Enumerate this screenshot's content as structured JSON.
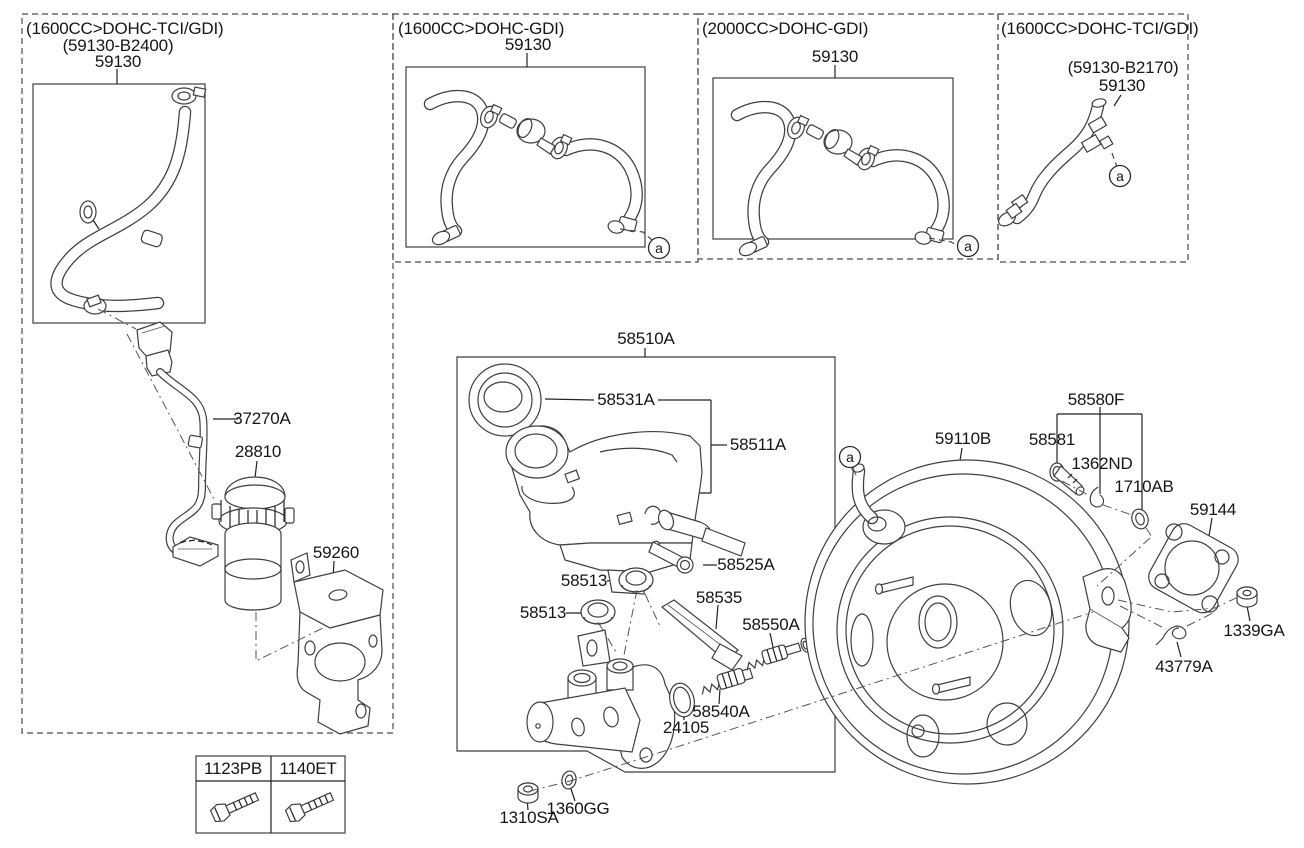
{
  "page": {
    "background": "#ffffff",
    "line_color": "#3f3f3f",
    "text_color": "#161616"
  },
  "variant_boxes": [
    {
      "header": "(1600CC>DOHC-TCI/GDI)",
      "code": "(59130-B2400)",
      "part_no": "59130"
    },
    {
      "header": "(1600CC>DOHC-GDI)",
      "part_no": "59130",
      "marker": "a"
    },
    {
      "header": "(2000CC>DOHC-GDI)",
      "part_no": "59130",
      "marker": "a"
    },
    {
      "header": "(1600CC>DOHC-TCI/GDI)",
      "code": "(59130-B2170)",
      "part_no": "59130",
      "marker": "a"
    }
  ],
  "marker": {
    "label": "a"
  },
  "callouts": {
    "37270A": "37270A",
    "28810": "28810",
    "59260": "59260",
    "58510A": "58510A",
    "58531A": "58531A",
    "58511A": "58511A",
    "58525A": "58525A",
    "58513": "58513",
    "58535": "58535",
    "58550A": "58550A",
    "58540A": "58540A",
    "24105": "24105",
    "1310SA": "1310SA",
    "1360GG": "1360GG",
    "59110B": "59110B",
    "58580F": "58580F",
    "58581": "58581",
    "1362ND": "1362ND",
    "1710AB": "1710AB",
    "59144": "59144",
    "1339GA": "1339GA",
    "43779A": "43779A"
  },
  "fastener_table": {
    "columns": [
      "1123PB",
      "1140ET"
    ]
  }
}
